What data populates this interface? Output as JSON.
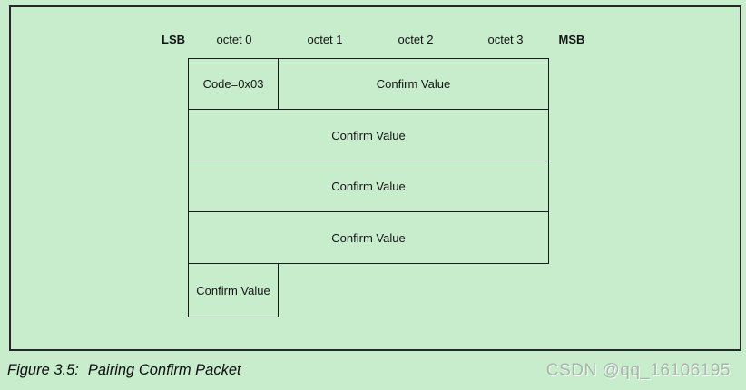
{
  "colors": {
    "background": "#c7edcc",
    "line": "#1c1c1c",
    "text": "#141414",
    "watermark": "#a7b6ab"
  },
  "header": {
    "lsb": "LSB",
    "octets": [
      "octet 0",
      "octet 1",
      "octet 2",
      "octet 3"
    ],
    "msb": "MSB"
  },
  "packet": {
    "rows": [
      {
        "cells": [
          {
            "label": "Code=0x03",
            "octet_span": 1
          },
          {
            "label": "Confirm Value",
            "octet_span": 3
          }
        ]
      },
      {
        "cells": [
          {
            "label": "Confirm Value",
            "octet_span": 4
          }
        ]
      },
      {
        "cells": [
          {
            "label": "Confirm Value",
            "octet_span": 4
          }
        ]
      },
      {
        "cells": [
          {
            "label": "Confirm Value",
            "octet_span": 4
          }
        ]
      },
      {
        "cells": [
          {
            "label": "Confirm Value",
            "octet_span": 1
          }
        ]
      }
    ]
  },
  "caption": {
    "figure_label": "Figure 3.5:",
    "title": "Pairing Confirm Packet"
  },
  "watermark": "CSDN @qq_16106195"
}
